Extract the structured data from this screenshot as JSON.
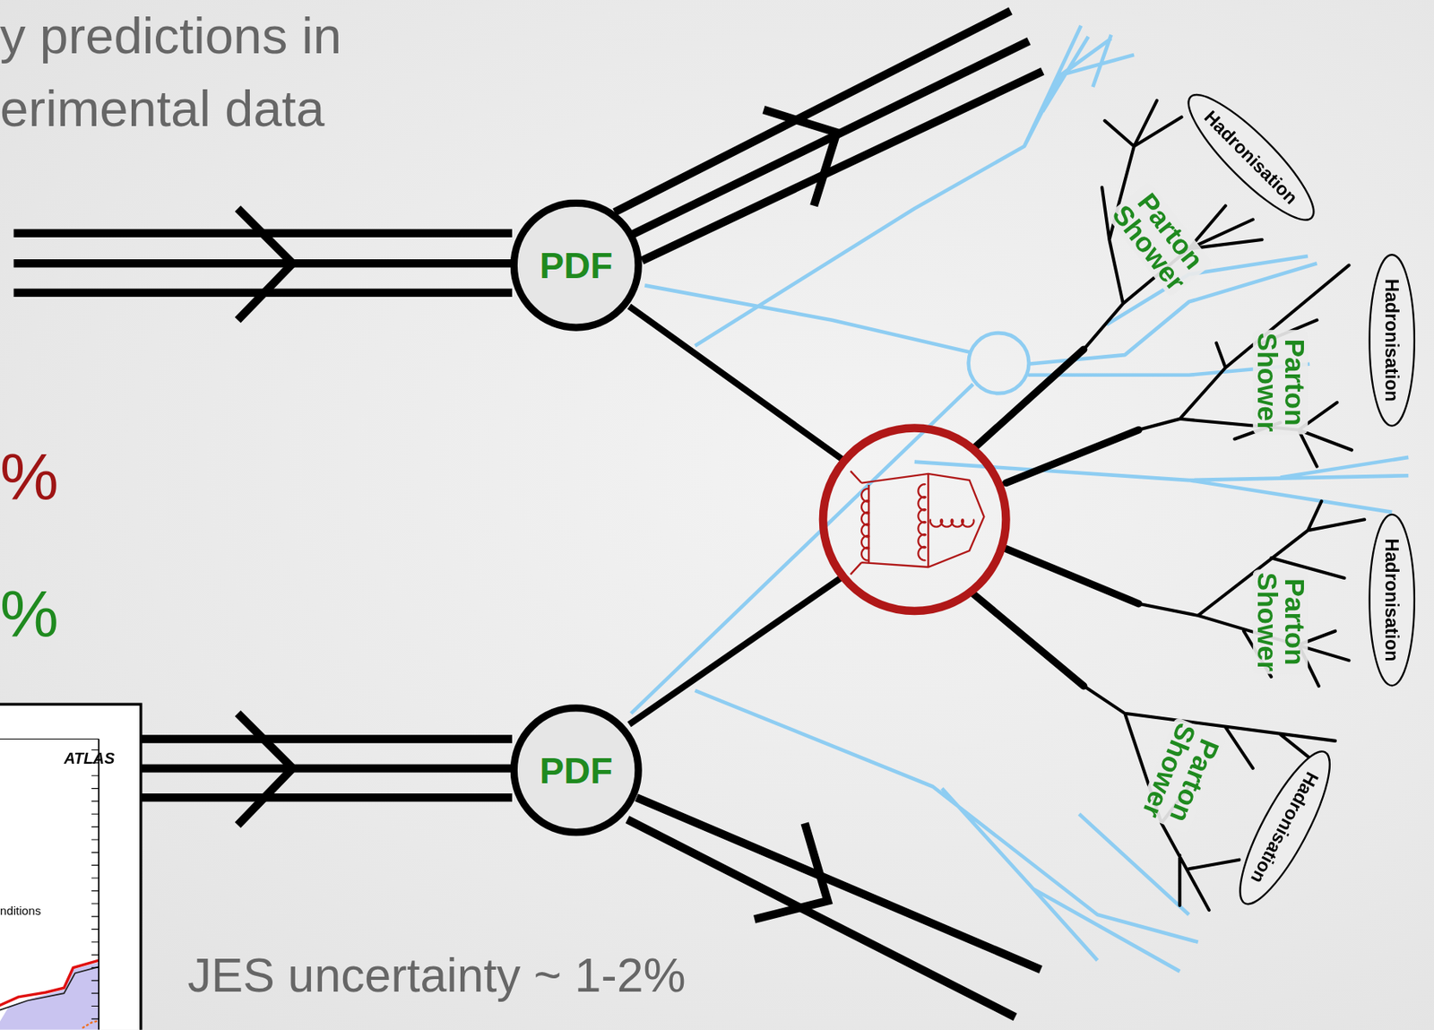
{
  "diagram": {
    "nodes": [
      {
        "text": [
          "PDF"
        ]
      },
      {
        "text": [
          "Hadronisation"
        ]
      },
      {
        "text": [
          "Hadronisation"
        ]
      },
      {
        "text": [
          "Hadronisation"
        ]
      },
      {
        "text": [
          "PDF"
        ]
      },
      {
        "text": [
          "Hadronisation"
        ]
      }
    ],
    "labels": [
      "y predictions in",
      "erimental data",
      "%",
      "%",
      "ATLAS",
      "nditions",
      "Parton Shower",
      "Parton Shower",
      "Parton Shower",
      "Parton Shower",
      "JES uncertainty ~ 1-2%"
    ]
  }
}
